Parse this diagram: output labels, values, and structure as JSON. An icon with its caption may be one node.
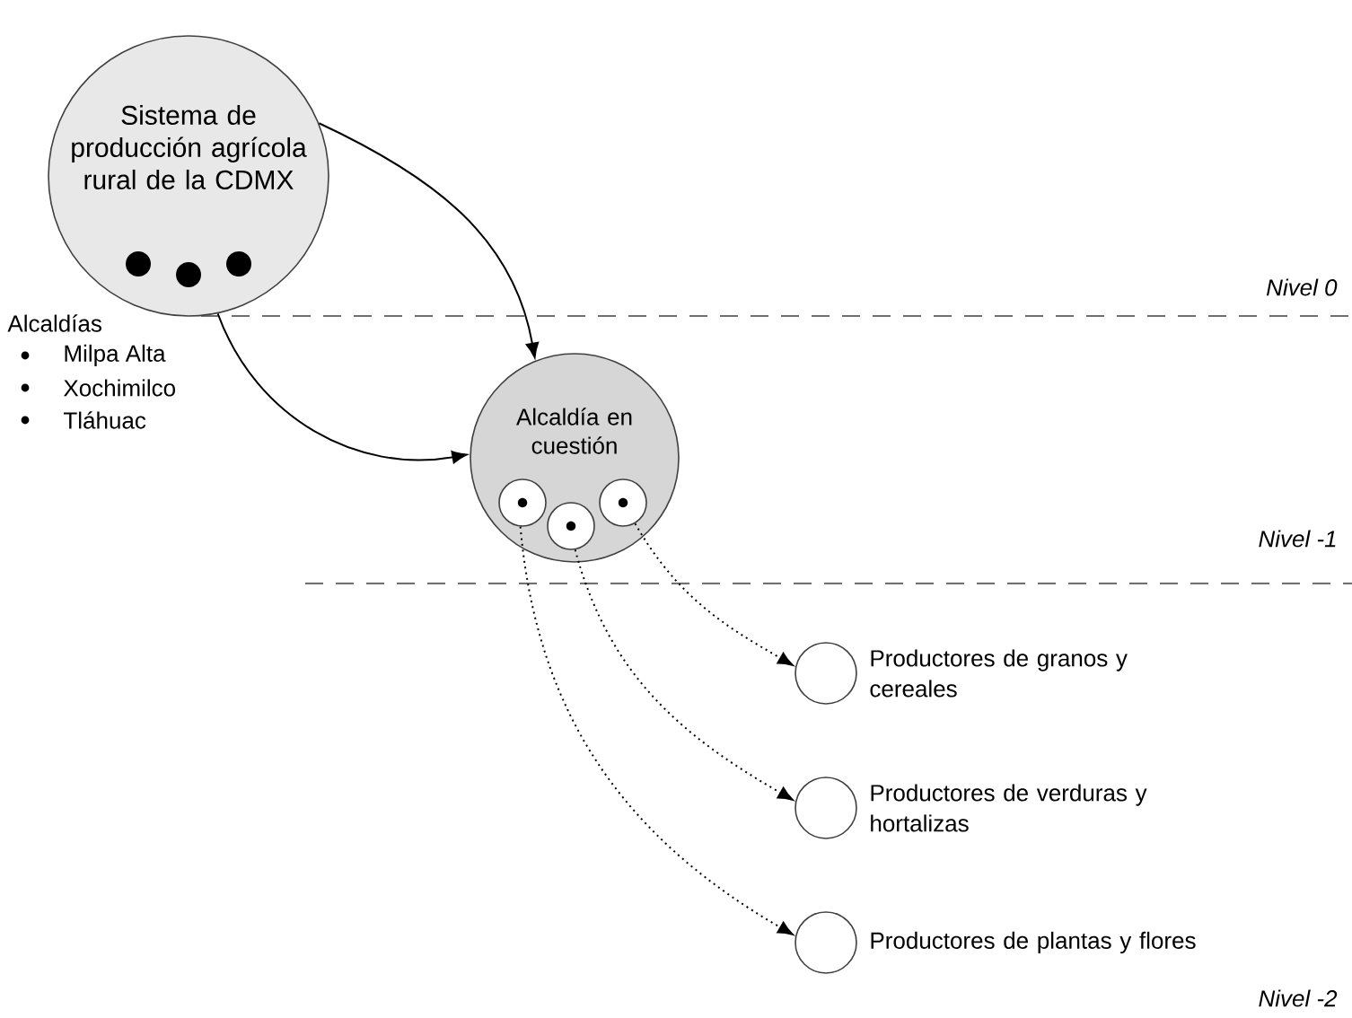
{
  "diagram": {
    "nodes": [
      {
        "text": [
          "Sistema de producción agrícola rural de la CDMX"
        ]
      },
      {
        "text": [
          "Alcaldía en cuestión"
        ]
      },
      {
        "text": [],
        "shape": "circle",
        "in": 1
      },
      {
        "text": [],
        "shape": "circle",
        "in": 1
      },
      {
        "text": [],
        "shape": "circle",
        "in": 1
      },
      {
        "text": [],
        "shape": "circle",
        "beside": [
          "Productores de granos y cereales"
        ]
      },
      {
        "text": [],
        "shape": "circle",
        "beside": [
          "Productores de verduras y hortalizas"
        ]
      },
      {
        "text": [],
        "shape": "circle",
        "beside": [
          "Productores de plantas y flores"
        ]
      }
    ],
    "edges": [
      {
        "from": 0,
        "to": 1,
        "arrow": "to"
      },
      {
        "from": 0,
        "to": 1,
        "arrow": "to"
      },
      {
        "from": 2,
        "to": 7,
        "arrow": "to",
        "style": "dashed"
      },
      {
        "from": 3,
        "to": 6,
        "arrow": "to",
        "style": "dashed"
      },
      {
        "from": 4,
        "to": 5,
        "arrow": "to",
        "style": "dashed"
      }
    ],
    "labels": [
      "Nivel 0",
      "Alcaldías",
      "Milpa Alta",
      "Xochimilco",
      "Tláhuac",
      "Nivel -1",
      "Nivel -2"
    ]
  }
}
